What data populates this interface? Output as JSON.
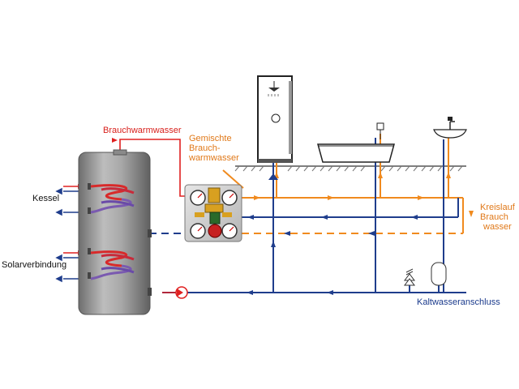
{
  "labels": {
    "brauchwarmwasser": "Brauchwarmwasser",
    "gemischte": [
      "Gemischte",
      "Brauch-",
      "warmwasser"
    ],
    "kreislauf": [
      "Kreislauf",
      "Brauch",
      "wasser"
    ],
    "kessel": "Kessel",
    "solar": "Solarverbindung",
    "kaltwasser": "Kaltwasseranschluss"
  },
  "colors": {
    "hot_pipe": "#f08a1e",
    "cold_pipe": "#1f3d8c",
    "red_line": "#e02020",
    "text_red": "#d8201c",
    "text_orange": "#e07818",
    "text_blue": "#1a3a8c",
    "tank": "#8c8c8c",
    "ground": "#555555"
  },
  "icons": [
    "shower-icon",
    "bathtub-icon",
    "sink-icon",
    "expansion-vessel-icon",
    "safety-valve-icon",
    "check-valve-icon",
    "mixing-station-icon",
    "storage-tank-icon"
  ]
}
